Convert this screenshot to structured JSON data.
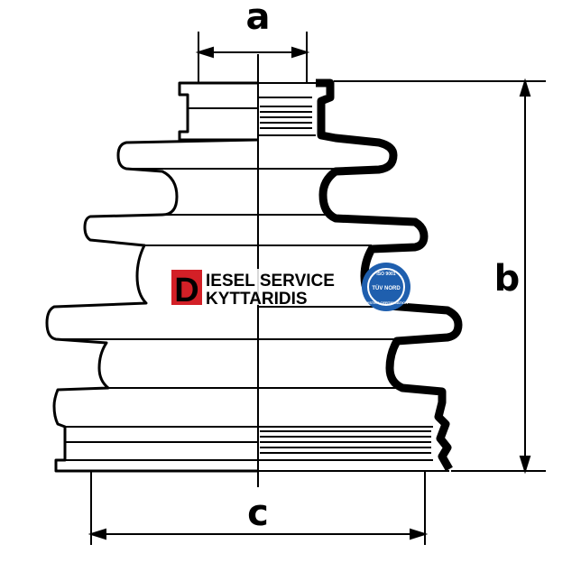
{
  "dimensions": {
    "a": "a",
    "b": "b",
    "c": "c"
  },
  "watermark": {
    "badge_letter": "D",
    "line1": "IESEL SERVICE",
    "line2": "KYTTARIDIS",
    "badge_color": "#d32027"
  },
  "certification": {
    "top": "ISO 9001",
    "middle": "TÜV NORD",
    "bottom": "SYSTEM CERTIFICATION",
    "color": "#1f5fae"
  },
  "icons": {
    "certification": "tuv-seal-icon"
  }
}
